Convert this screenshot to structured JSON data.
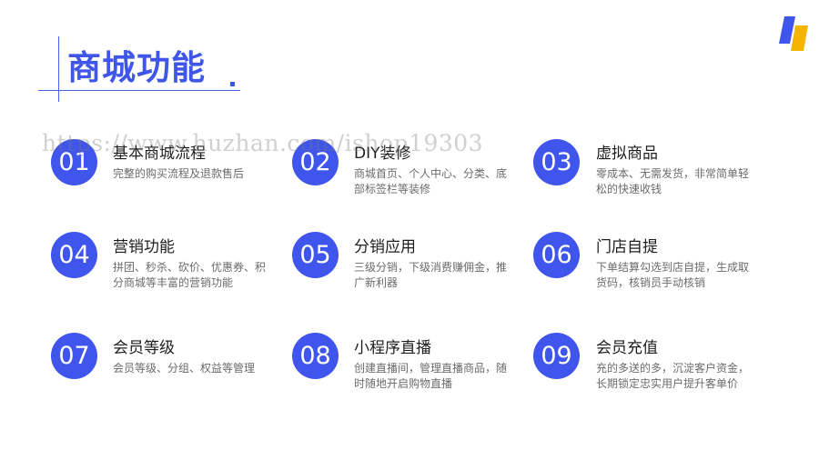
{
  "page": {
    "title": "商城功能",
    "watermark": "https://www.huzhan.com/ishop19303"
  },
  "logo": {
    "icon": "brand-logo-icon",
    "colors": [
      "#3f55ec",
      "#f5b400"
    ]
  },
  "features": [
    {
      "number": "01",
      "title": "基本商城流程",
      "desc": "完整的购买流程及退款售后"
    },
    {
      "number": "02",
      "title": "DIY装修",
      "desc": "商城首页、个人中心、分类、底部标签栏等装修"
    },
    {
      "number": "03",
      "title": "虚拟商品",
      "desc": "零成本、无需发货，非常简单轻松的快速收钱"
    },
    {
      "number": "04",
      "title": "营销功能",
      "desc": "拼团、秒杀、砍价、优惠券、积分商城等丰富的营销功能"
    },
    {
      "number": "05",
      "title": "分销应用",
      "desc": "三级分销，下级消费赚佣金，推广新利器"
    },
    {
      "number": "06",
      "title": "门店自提",
      "desc": "下单结算勾选到店自提，生成取货码，核销员手动核销"
    },
    {
      "number": "07",
      "title": "会员等级",
      "desc": "会员等级、分组、权益等管理"
    },
    {
      "number": "08",
      "title": "小程序直播",
      "desc": "创建直播间，管理直播商品，随时随地开启购物直播"
    },
    {
      "number": "09",
      "title": "会员充值",
      "desc": "充的多送的多，沉淀客户资金，长期锁定忠实用户提升客单价"
    }
  ],
  "colors": {
    "accent": "#3f55ec",
    "title_text": "#1e1e1e",
    "desc_text": "#6b6b6b"
  }
}
